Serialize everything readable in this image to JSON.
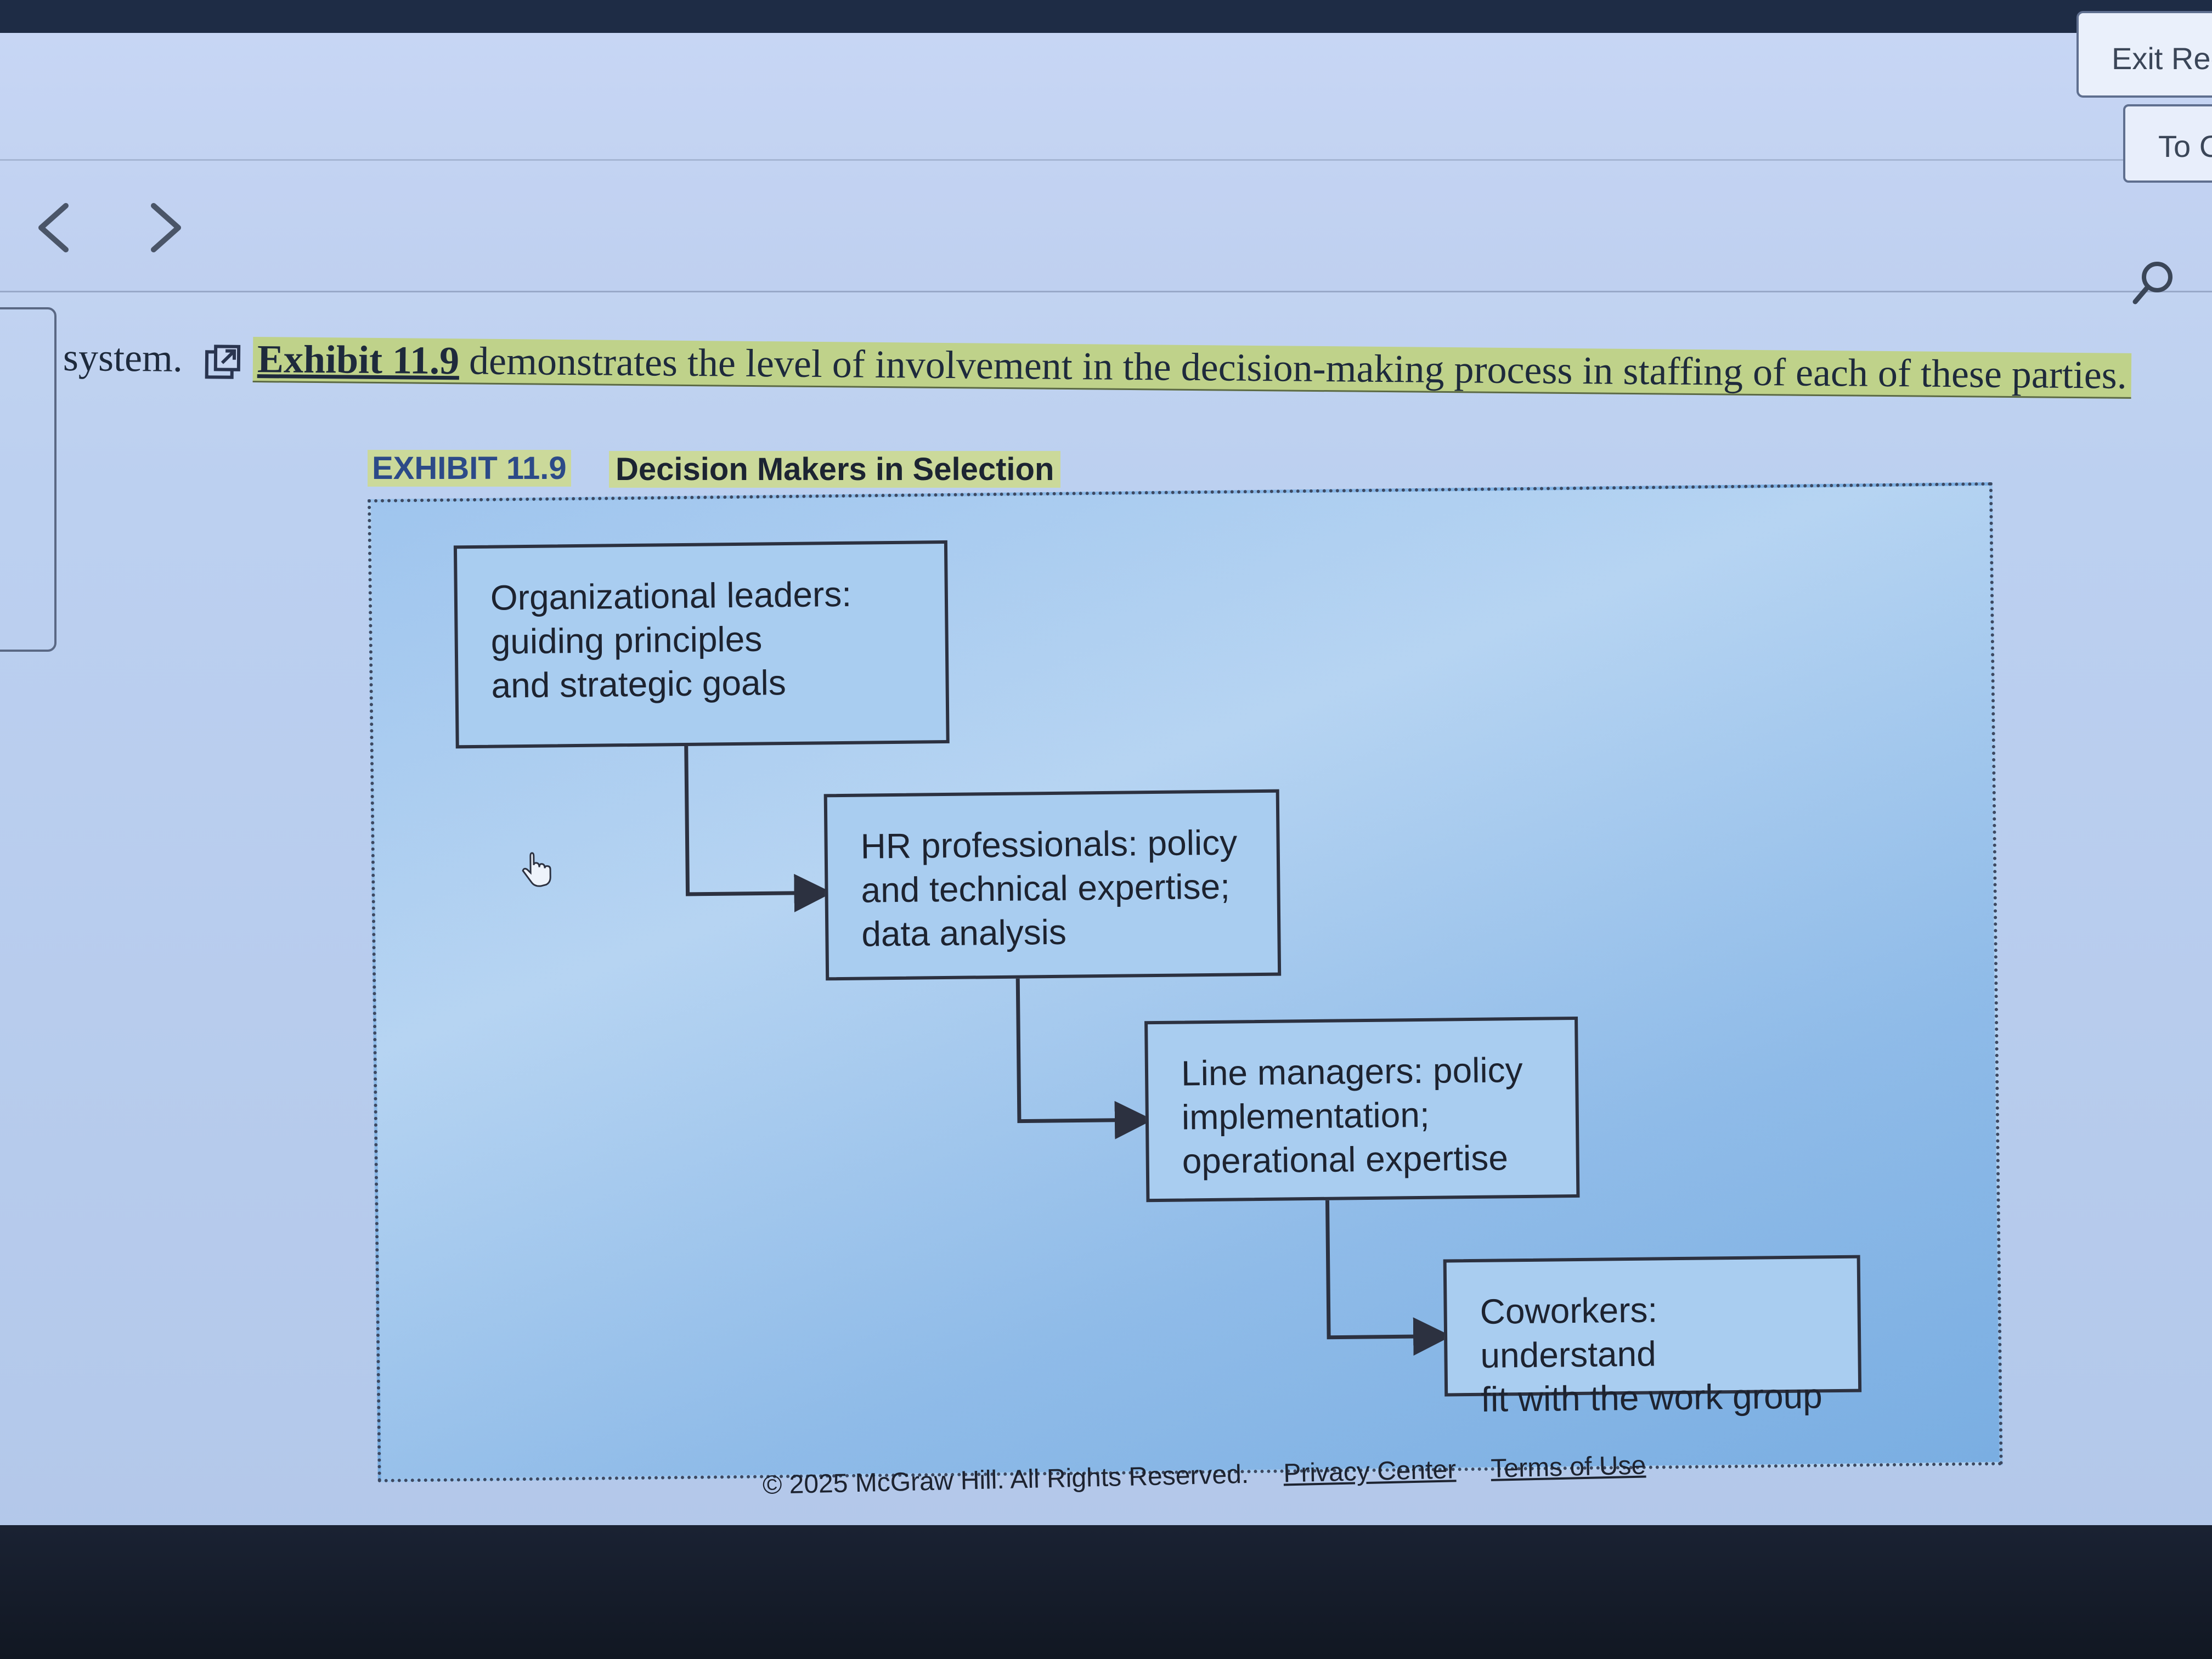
{
  "header": {
    "exit_label": "Exit Rec",
    "toc_label": "To C"
  },
  "content": {
    "lead_text": "system.",
    "link_text": "Exhibit 11.9",
    "body_text": " demonstrates the level of involvement in the decision-making process in staffing of each of these parties."
  },
  "exhibit": {
    "tag": "EXHIBIT 11.9",
    "title": "Decision Makers in Selection",
    "nodes": [
      {
        "text": "Organizational leaders:\nguiding principles\nand strategic goals"
      },
      {
        "text": "HR professionals: policy\nand technical expertise;\ndata analysis"
      },
      {
        "text": "Line managers: policy\nimplementation;\noperational expertise"
      },
      {
        "text": "Coworkers: understand\nfit with the work group"
      }
    ]
  },
  "footer": {
    "copyright": "© 2025 McGraw Hill. All Rights Reserved.",
    "privacy_link": "Privacy Center",
    "terms_link": "Terms of Use"
  },
  "colors": {
    "highlight": "#bfd28a",
    "figure_bg": "#a9cdf0",
    "node_border": "#2c3140"
  }
}
